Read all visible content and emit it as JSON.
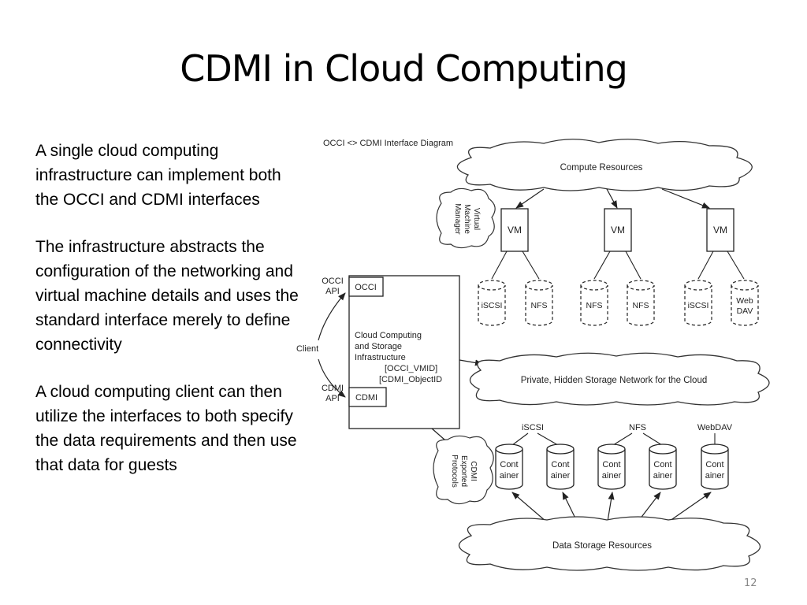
{
  "slide": {
    "title": "CDMI in Cloud Computing",
    "paragraphs": [
      "A single cloud computing infrastructure can implement both the OCCI and CDMI interfaces",
      "The infrastructure abstracts the configuration of the networking and virtual machine details and uses the standard interface merely to define connectivity",
      "A cloud computing client can then utilize the interfaces to both specify the data requirements and then use that data for guests"
    ],
    "page_number": "12"
  },
  "diagram": {
    "caption": "OCCI <> CDMI Interface Diagram",
    "compute_cloud": "Compute Resources",
    "vmm_cloud": [
      "Virtual",
      "Machine",
      "Manager"
    ],
    "vm_label": "VM",
    "vm_storage": [
      "iSCSI",
      "NFS",
      "NFS",
      "NFS",
      "iSCSI",
      [
        "Web",
        "DAV"
      ]
    ],
    "occi_api": [
      "OCCI",
      "API"
    ],
    "cdmi_api": [
      "CDMI",
      "API"
    ],
    "client": "Client",
    "infra_box": {
      "occi_tab": "OCCI",
      "cdmi_tab": "CDMI",
      "text": [
        "Cloud Computing",
        "and Storage",
        "Infrastructure"
      ],
      "ids": [
        "[OCCI_VMID]",
        "[CDMI_ObjectID"
      ]
    },
    "network_cloud": "Private, Hidden Storage Network for the Cloud",
    "protocols_cloud": [
      "CDMI",
      "Exported",
      "Protocols"
    ],
    "protocols": [
      "iSCSI",
      "NFS",
      "WebDAV"
    ],
    "container_label": [
      "Cont",
      "ainer"
    ],
    "storage_cloud": "Data Storage Resources"
  }
}
